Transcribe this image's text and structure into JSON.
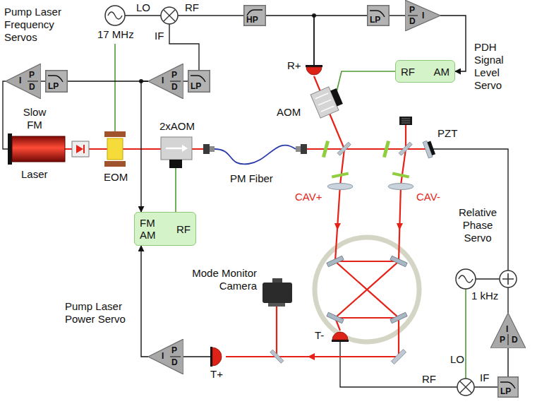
{
  "diagram": {
    "nodes": [
      {
        "text": [
          "HP"
        ]
      },
      {
        "text": [
          "LP"
        ]
      },
      {
        "text": [
          "I",
          "P",
          "D"
        ]
      },
      {
        "text": [
          "R+"
        ]
      },
      {
        "text": [
          "RF",
          "AM"
        ]
      },
      {
        "text": [
          "I",
          "P",
          "D"
        ]
      },
      {
        "text": [
          "LP"
        ]
      },
      {
        "text": [
          "I",
          "P",
          "D"
        ]
      },
      {
        "text": [
          "LP"
        ]
      },
      {
        "text": [
          "FM AM",
          "RF"
        ]
      },
      {
        "text": [
          "I",
          "P",
          "D"
        ]
      },
      {
        "text": [
          "I",
          "P",
          "D"
        ]
      },
      {
        "text": [
          "T+"
        ]
      },
      {
        "text": [
          "T-"
        ]
      },
      {
        "text": [
          "LP"
        ]
      }
    ],
    "edges": [
      {
        "from": 3,
        "to": 0,
        "arrow": "none"
      },
      {
        "from": 3,
        "to": 1,
        "arrow": "none"
      },
      {
        "from": 1,
        "to": 2,
        "arrow": "none"
      },
      {
        "from": 2,
        "to": 4,
        "arrow": "to"
      },
      {
        "from": 8,
        "to": 7,
        "arrow": "none"
      },
      {
        "from": 7,
        "to": 6,
        "arrow": "none"
      },
      {
        "from": 6,
        "to": 5,
        "arrow": "none"
      },
      {
        "from": 7,
        "to": 9,
        "arrow": "to"
      },
      {
        "from": 12,
        "to": 11,
        "arrow": "none"
      },
      {
        "from": 11,
        "to": 9,
        "arrow": "to"
      },
      {
        "from": 14,
        "to": 10,
        "arrow": "none"
      }
    ],
    "labels": [
      "Pump Laser Frequency Servos",
      "LO",
      "RF",
      "17 MHz",
      "IF",
      "PDH Signal Level Servo",
      "AOM",
      "Slow FM",
      "Laser",
      "EOM",
      "2xAOM",
      "PM Fiber",
      "PZT",
      "CAV+",
      "CAV-",
      "Relative Phase Servo",
      "1 kHz",
      "Mode Monitor Camera",
      "Pump Laser Power Servo",
      "LO",
      "RF",
      "IF"
    ]
  }
}
